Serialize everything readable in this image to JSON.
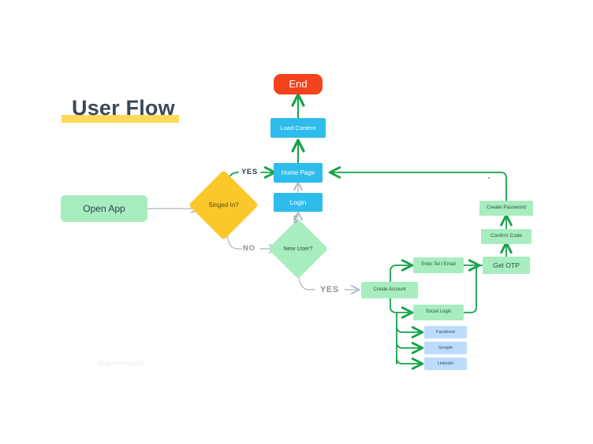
{
  "page": {
    "title": "User Flow",
    "watermark": "@gerodesignx",
    "background": "#ffffff",
    "title_highlight": "#fcd95b",
    "title_color": "#3c4858"
  },
  "palette": {
    "blue": "#2ebced",
    "green": "#a7edc0",
    "light_blue": "#bcdcfb",
    "red": "#f4421c",
    "yellow": "#fbc72b",
    "green_line": "#16a34a",
    "grey_line": "#b9bfc6"
  },
  "nodes": {
    "open_app": "Open App",
    "signed_in": "Singed In?",
    "new_user": "New User?",
    "login": "Login",
    "home_page": "Home Page",
    "load_content": "Load Content",
    "end": "End",
    "create_account": "Create Account",
    "enter_tel_email": "Enter Tel / Email",
    "social_login": "Social Login",
    "facebook": "Facebook",
    "google": "Google",
    "linkedin": "LinkedIn",
    "get_otp": "Get OTP",
    "confirm_code": "Confirm Code",
    "create_password": "Create Password"
  },
  "edge_labels": {
    "yes_signed_in": "YES",
    "no_signed_in": "NO",
    "no_new_user": "NO",
    "yes_new_user": "YES"
  },
  "chart_data": {
    "type": "diagram",
    "title": "User Flow",
    "nodes": [
      {
        "id": "open_app",
        "label": "Open App",
        "shape": "rounded-rect",
        "color": "#a7edc0"
      },
      {
        "id": "signed_in",
        "label": "Singed In?",
        "shape": "diamond",
        "color": "#fbc72b"
      },
      {
        "id": "new_user",
        "label": "New User?",
        "shape": "diamond",
        "color": "#a7edc0"
      },
      {
        "id": "login",
        "label": "Login",
        "shape": "rect",
        "color": "#2ebced"
      },
      {
        "id": "home_page",
        "label": "Home Page",
        "shape": "rect",
        "color": "#2ebced"
      },
      {
        "id": "load_content",
        "label": "Load Content",
        "shape": "rect",
        "color": "#2ebced"
      },
      {
        "id": "end",
        "label": "End",
        "shape": "pill",
        "color": "#f4421c"
      },
      {
        "id": "create_account",
        "label": "Create Account",
        "shape": "rect",
        "color": "#a7edc0"
      },
      {
        "id": "enter_tel_email",
        "label": "Enter Tel / Email",
        "shape": "rect",
        "color": "#a7edc0"
      },
      {
        "id": "social_login",
        "label": "Social Login",
        "shape": "rect",
        "color": "#a7edc0"
      },
      {
        "id": "facebook",
        "label": "Facebook",
        "shape": "rect",
        "color": "#bcdcfb"
      },
      {
        "id": "google",
        "label": "Google",
        "shape": "rect",
        "color": "#bcdcfb"
      },
      {
        "id": "linkedin",
        "label": "LinkedIn",
        "shape": "rect",
        "color": "#bcdcfb"
      },
      {
        "id": "get_otp",
        "label": "Get OTP",
        "shape": "rect",
        "color": "#a7edc0"
      },
      {
        "id": "confirm_code",
        "label": "Confirm Code",
        "shape": "rect",
        "color": "#a7edc0"
      },
      {
        "id": "create_password",
        "label": "Create Password",
        "shape": "rect",
        "color": "#a7edc0"
      }
    ],
    "edges": [
      {
        "from": "open_app",
        "to": "signed_in",
        "label": "",
        "color": "#b9bfc6"
      },
      {
        "from": "signed_in",
        "to": "home_page",
        "label": "YES",
        "color": "#16a34a"
      },
      {
        "from": "signed_in",
        "to": "new_user",
        "label": "NO",
        "color": "#b9bfc6"
      },
      {
        "from": "new_user",
        "to": "login",
        "label": "NO",
        "color": "#b9bfc6"
      },
      {
        "from": "login",
        "to": "home_page",
        "label": "",
        "color": "#b9bfc6"
      },
      {
        "from": "home_page",
        "to": "load_content",
        "label": "",
        "color": "#16a34a"
      },
      {
        "from": "load_content",
        "to": "end",
        "label": "",
        "color": "#16a34a"
      },
      {
        "from": "new_user",
        "to": "create_account",
        "label": "YES",
        "color": "#b9bfc6"
      },
      {
        "from": "create_account",
        "to": "enter_tel_email",
        "label": "",
        "color": "#16a34a"
      },
      {
        "from": "create_account",
        "to": "social_login",
        "label": "",
        "color": "#16a34a"
      },
      {
        "from": "social_login",
        "to": "facebook",
        "label": "",
        "color": "#16a34a"
      },
      {
        "from": "social_login",
        "to": "google",
        "label": "",
        "color": "#16a34a"
      },
      {
        "from": "social_login",
        "to": "linkedin",
        "label": "",
        "color": "#16a34a"
      },
      {
        "from": "enter_tel_email",
        "to": "get_otp",
        "label": "",
        "color": "#16a34a"
      },
      {
        "from": "social_login",
        "to": "get_otp",
        "label": "",
        "color": "#16a34a"
      },
      {
        "from": "get_otp",
        "to": "confirm_code",
        "label": "",
        "color": "#16a34a"
      },
      {
        "from": "confirm_code",
        "to": "create_password",
        "label": "",
        "color": "#16a34a"
      },
      {
        "from": "create_password",
        "to": "home_page",
        "label": "",
        "color": "#16a34a"
      }
    ]
  }
}
